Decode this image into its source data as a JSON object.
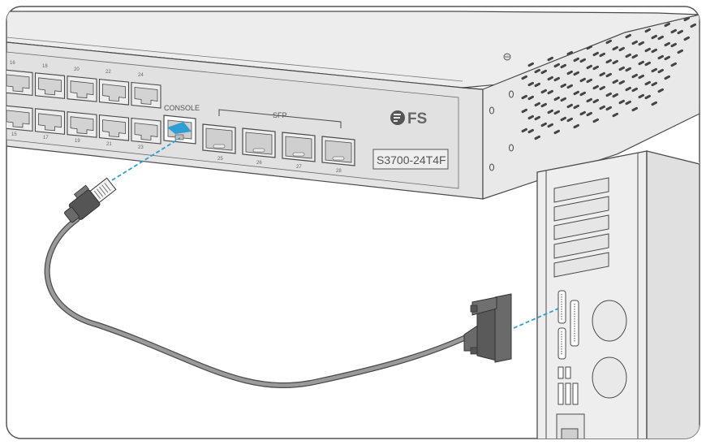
{
  "switch": {
    "console_label": "CONSOLE",
    "sfp_label": "SFP",
    "brand": "FS",
    "model": "S3700-24T4F",
    "rj45_top_numbers": [
      "16",
      "18",
      "20",
      "22",
      "24"
    ],
    "rj45_bottom_numbers": [
      "15",
      "17",
      "19",
      "21",
      "23"
    ],
    "sfp_numbers": [
      "25",
      "26",
      "27",
      "28"
    ]
  },
  "colors": {
    "connection_line": "#2f9fd3",
    "switch_body": "#e6e6e6",
    "outline": "#4a4a4a",
    "cable": "#9a9a9a"
  }
}
